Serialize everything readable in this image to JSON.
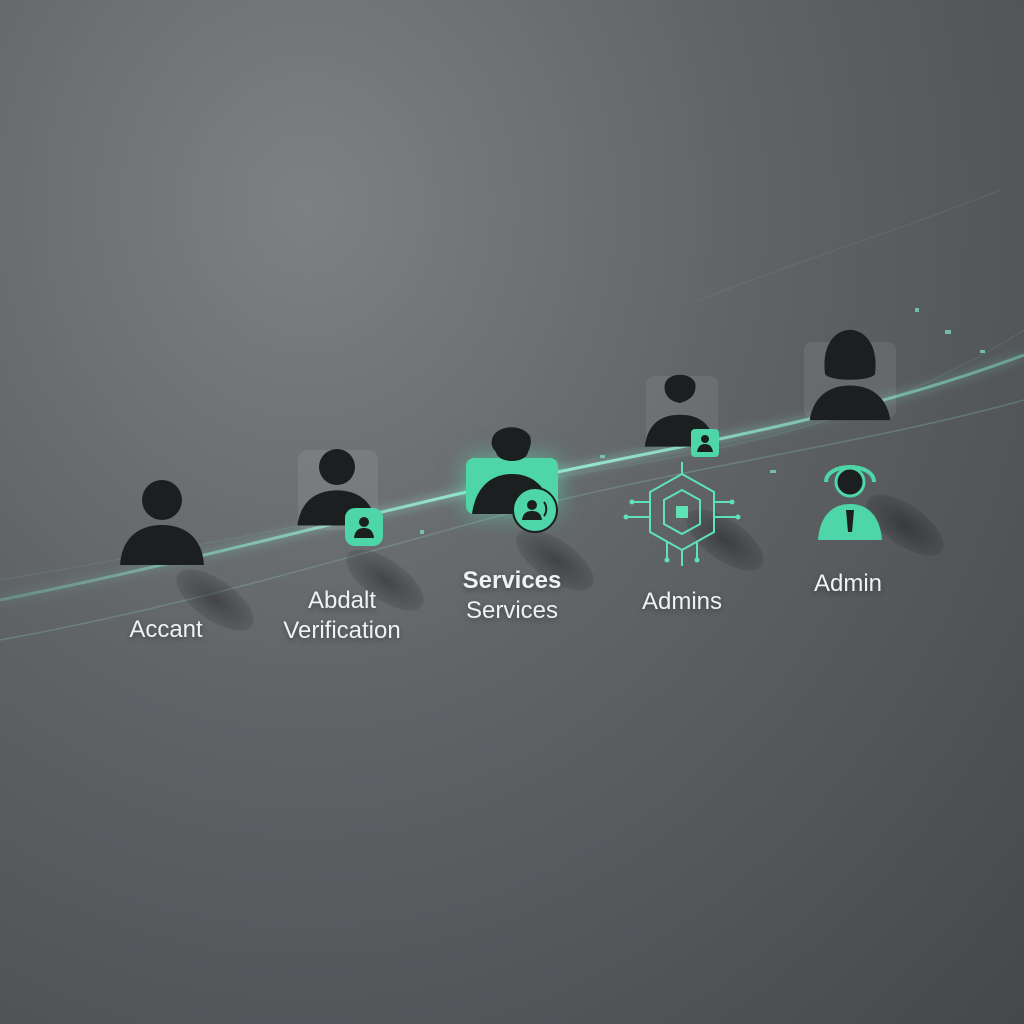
{
  "steps": [
    {
      "label": "Accant",
      "icon": "person-silhouette-icon"
    },
    {
      "label_line1": "Abdalt",
      "label_line2": "Verification",
      "icon": "person-silhouette-icon",
      "badge_icon": "user-id-icon"
    },
    {
      "label_line1": "Services",
      "label_line2": "Services",
      "icon": "person-silhouette-icon",
      "badge_icon": "user-voice-icon"
    },
    {
      "label": "Admins",
      "icon": "circuit-chip-icon",
      "badge_icon": "user-card-icon"
    },
    {
      "label": "Admin",
      "icon": "headset-user-icon"
    }
  ],
  "colors": {
    "accent": "#5fe3b5",
    "accent_dark": "#2fa984",
    "silhouette": "#1c1f20",
    "label": "#eef2f2"
  }
}
